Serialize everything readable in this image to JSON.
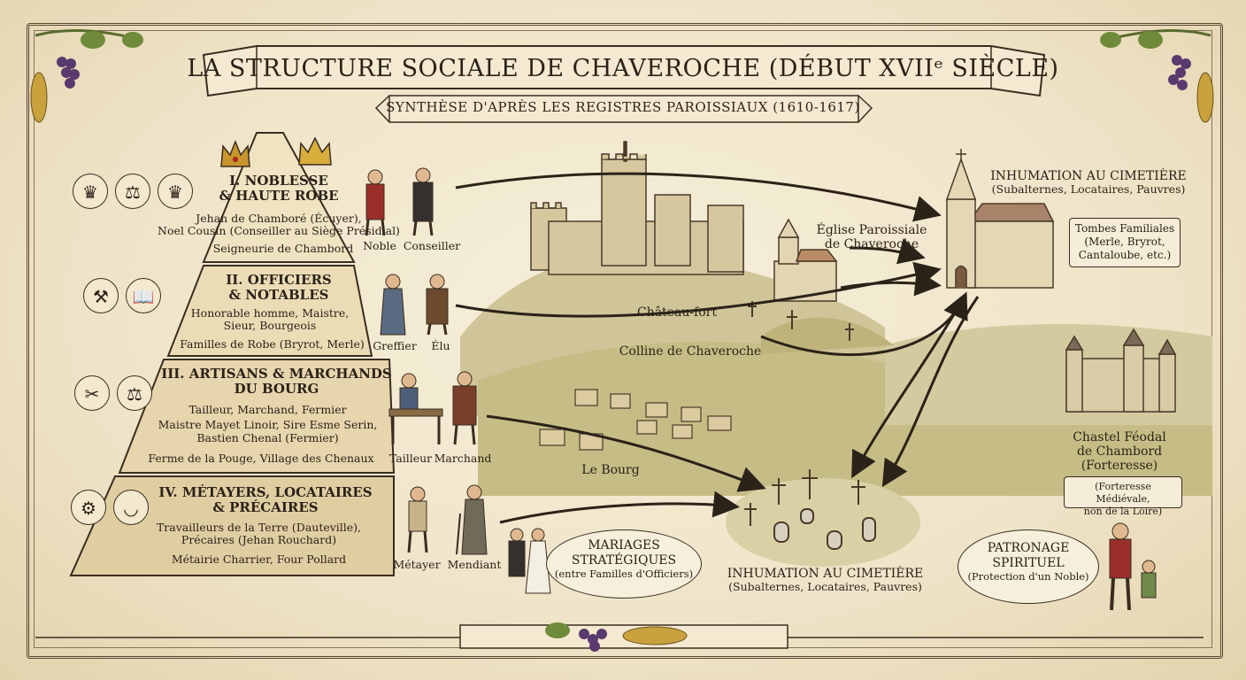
{
  "header": {
    "title": "LA STRUCTURE SOCIALE DE CHAVEROCHE (DÉBUT XVIIᵉ SIÈCLE)",
    "subtitle": "SYNTHÈSE D'APRÈS LES REGISTRES PAROISSIAUX (1610-1617)"
  },
  "tiers": [
    {
      "title": [
        "I. NOBLESSE",
        "& HAUTE ROBE"
      ],
      "lines": [
        "Jehan de Chamboré (Écuyer),",
        "Noel Cousin (Conseiller au Siège Présidial)"
      ],
      "estate": "Seigneurie de Chambord",
      "figures": [
        "Noble",
        "Conseiller"
      ],
      "icons": [
        "crown-icon",
        "scales-icon",
        "crown-icon"
      ]
    },
    {
      "title": [
        "II. OFFICIERS",
        "& NOTABLES"
      ],
      "lines": [
        "Honorable homme, Maistre,",
        "Sieur, Bourgeois"
      ],
      "estate": "Familles de Robe (Bryrot, Merle)",
      "figures": [
        "Greffier",
        "Élu"
      ],
      "icons": [
        "gavel-icon",
        "book-icon"
      ]
    },
    {
      "title": [
        "III. ARTISANS & MARCHANDS",
        "DU BOURG"
      ],
      "lines": [
        "Tailleur, Marchand, Fermier",
        "Maistre Mayet Linoir, Sire Esme Serin,",
        "Bastien Chenal (Fermier)"
      ],
      "estate": "Ferme de la Pouge, Village des Chenaux",
      "figures": [
        "Tailleur",
        "Marchand"
      ],
      "icons": [
        "scissors-icon",
        "scales-icon"
      ]
    },
    {
      "title": [
        "IV. MÉTAYERS, LOCATAIRES",
        "& PRÉCAIRES"
      ],
      "lines": [
        "Travailleurs de la Terre (Dauteville),",
        "Précaires (Jehan Rouchard)"
      ],
      "estate": "Métairie Charrier, Four Pollard",
      "figures": [
        "Métayer",
        "Mendiant"
      ],
      "icons": [
        "plough-icon",
        "bowl-icon"
      ]
    }
  ],
  "places": {
    "chateau": "Château-fort",
    "colline": "Colline de Chaveroche",
    "eglise": [
      "Église Paroissiale",
      "de Chaveroche"
    ],
    "bourg": "Le Bourg",
    "chastel": [
      "Chastel Féodal",
      "de Chambord",
      "(Forteresse)"
    ],
    "chastel_note": [
      "(Forteresse Médiévale,",
      "non de la Loire)"
    ]
  },
  "burial_top": {
    "title": "INHUMATION AU CIMETIÈRE",
    "sub": "(Subalternes, Locataires, Pauvres)",
    "tombs": [
      "Tombes Familiales",
      "(Merle, Bryrot,",
      "Cantaloube, etc.)"
    ]
  },
  "burial_bottom": {
    "title": "INHUMATION AU CIMETIÈRE",
    "sub": "(Subalternes, Locataires, Pauvres)"
  },
  "mariages": {
    "title": [
      "MARIAGES",
      "STRATÉGIQUES"
    ],
    "sub": "(entre Familles d'Officiers)"
  },
  "patronage": {
    "title": [
      "PATRONAGE",
      "SPIRITUEL"
    ],
    "sub": "(Protection d'un Noble)"
  },
  "colors": {
    "parchment": "#efe6cf",
    "ink": "#2b2218",
    "stone": "#c9b78f",
    "hill": "#b9b27a"
  }
}
